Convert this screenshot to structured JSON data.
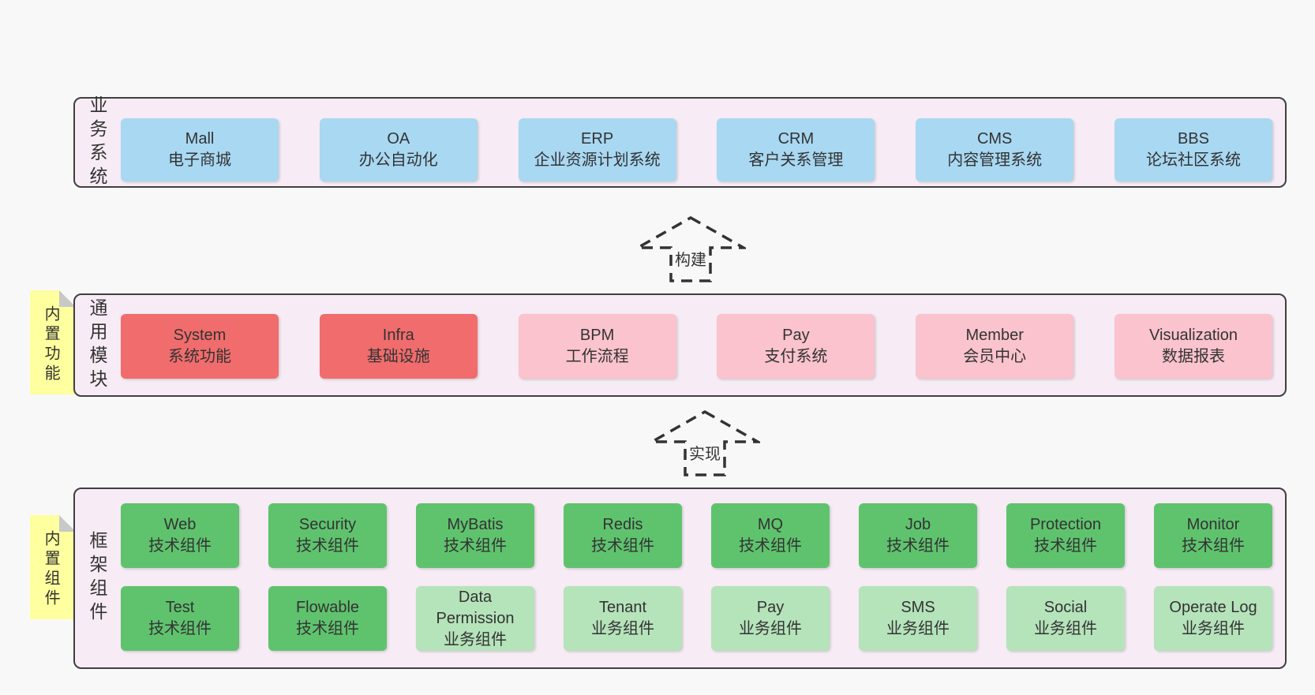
{
  "colors": {
    "background": "#f8f8f8",
    "panel_bg": "#f7ecf5",
    "panel_border": "#3f3f3f",
    "blue_box": "#a8d8f2",
    "red_box": "#f16c6c",
    "pink_box": "#fac3cd",
    "green_box": "#5fc36e",
    "light_green_box": "#b5e3ba",
    "sticky_note": "#feff9e",
    "note_fold": "#c8c8c8",
    "text": "#333333"
  },
  "layers": {
    "business": {
      "label": "业务系统",
      "boxes": [
        {
          "name": "Mall",
          "desc": "电子商城"
        },
        {
          "name": "OA",
          "desc": "办公自动化"
        },
        {
          "name": "ERP",
          "desc": "企业资源计划系统"
        },
        {
          "name": "CRM",
          "desc": "客户关系管理"
        },
        {
          "name": "CMS",
          "desc": "内容管理系统"
        },
        {
          "name": "BBS",
          "desc": "论坛社区系统"
        }
      ]
    },
    "modules": {
      "label": "通用模块",
      "note": "内置功能",
      "boxes": [
        {
          "name": "System",
          "desc": "系统功能",
          "type": "red"
        },
        {
          "name": "Infra",
          "desc": "基础设施",
          "type": "red"
        },
        {
          "name": "BPM",
          "desc": "工作流程",
          "type": "pink"
        },
        {
          "name": "Pay",
          "desc": "支付系统",
          "type": "pink"
        },
        {
          "name": "Member",
          "desc": "会员中心",
          "type": "pink"
        },
        {
          "name": "Visualization",
          "desc": "数据报表",
          "type": "pink"
        }
      ]
    },
    "framework": {
      "label": "框架组件",
      "note": "内置组件",
      "row1": [
        {
          "name": "Web",
          "desc": "技术组件"
        },
        {
          "name": "Security",
          "desc": "技术组件"
        },
        {
          "name": "MyBatis",
          "desc": "技术组件"
        },
        {
          "name": "Redis",
          "desc": "技术组件"
        },
        {
          "name": "MQ",
          "desc": "技术组件"
        },
        {
          "name": "Job",
          "desc": "技术组件"
        },
        {
          "name": "Protection",
          "desc": "技术组件"
        },
        {
          "name": "Monitor",
          "desc": "技术组件"
        }
      ],
      "row2": [
        {
          "name": "Test",
          "desc": "技术组件",
          "type": "green"
        },
        {
          "name": "Flowable",
          "desc": "技术组件",
          "type": "green"
        },
        {
          "name": "Data Permission",
          "desc": "业务组件",
          "type": "light-green"
        },
        {
          "name": "Tenant",
          "desc": "业务组件",
          "type": "light-green"
        },
        {
          "name": "Pay",
          "desc": "业务组件",
          "type": "light-green"
        },
        {
          "name": "SMS",
          "desc": "业务组件",
          "type": "light-green"
        },
        {
          "name": "Social",
          "desc": "业务组件",
          "type": "light-green"
        },
        {
          "name": "Operate Log",
          "desc": "业务组件",
          "type": "light-green"
        }
      ]
    }
  },
  "arrows": {
    "build": {
      "label": "构建"
    },
    "implement": {
      "label": "实现"
    }
  }
}
